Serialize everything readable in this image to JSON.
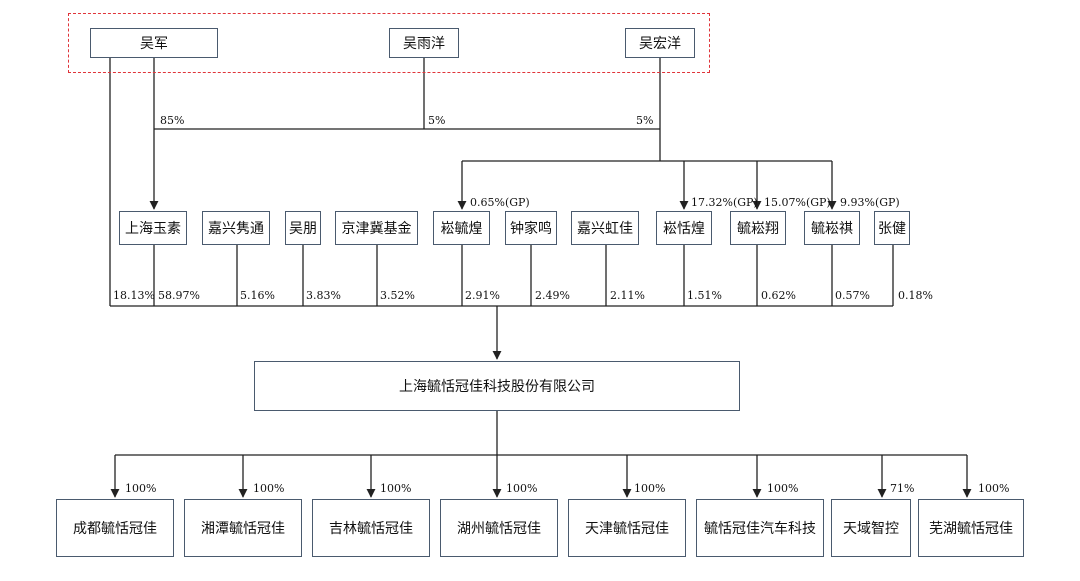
{
  "controllers": {
    "wu_jun": "吴军",
    "wu_yuyang": "吴雨洋",
    "wu_hongyang": "吴宏洋"
  },
  "controller_to_yusu": {
    "wu_jun": "85%",
    "wu_yuyang": "5%",
    "wu_hongyang": "5%"
  },
  "gp_stakes": {
    "zong_hang_huang": "0.65%(GP)",
    "zong_tian_huang": "17.32%(GP)",
    "hang_zong_xiang": "15.07%(GP)",
    "hang_zong_qi": "9.93%(GP)"
  },
  "shareholders": [
    {
      "name": "上海玉素",
      "pct": "58.97%"
    },
    {
      "name": "嘉兴隽通",
      "pct": "5.16%"
    },
    {
      "name": "吴朋",
      "pct": "3.83%"
    },
    {
      "name": "京津冀基金",
      "pct": "3.52%"
    },
    {
      "name": "崧毓煌",
      "pct": "2.91%"
    },
    {
      "name": "钟家鸣",
      "pct": "2.49%"
    },
    {
      "name": "嘉兴虹佳",
      "pct": "2.11%"
    },
    {
      "name": "崧恬煌",
      "pct": "1.51%"
    },
    {
      "name": "毓崧翔",
      "pct": "0.62%"
    },
    {
      "name": "毓崧祺",
      "pct": "0.57%"
    },
    {
      "name": "张健",
      "pct": "0.18%"
    }
  ],
  "wu_jun_direct_pct": "18.13%",
  "company": "上海毓恬冠佳科技股份有限公司",
  "subsidiaries": [
    {
      "name": "成都毓恬冠佳",
      "pct": "100%"
    },
    {
      "name": "湘潭毓恬冠佳",
      "pct": "100%"
    },
    {
      "name": "吉林毓恬冠佳",
      "pct": "100%"
    },
    {
      "name": "湖州毓恬冠佳",
      "pct": "100%"
    },
    {
      "name": "天津毓恬冠佳",
      "pct": "100%"
    },
    {
      "name": "毓恬冠佳汽车科技",
      "pct": "100%"
    },
    {
      "name": "天域智控",
      "pct": "71%"
    },
    {
      "name": "芜湖毓恬冠佳",
      "pct": "100%"
    }
  ],
  "colors": {
    "box_border": "#4a5a6e",
    "line": "#222222",
    "dashed_outline": "#e0343a"
  }
}
